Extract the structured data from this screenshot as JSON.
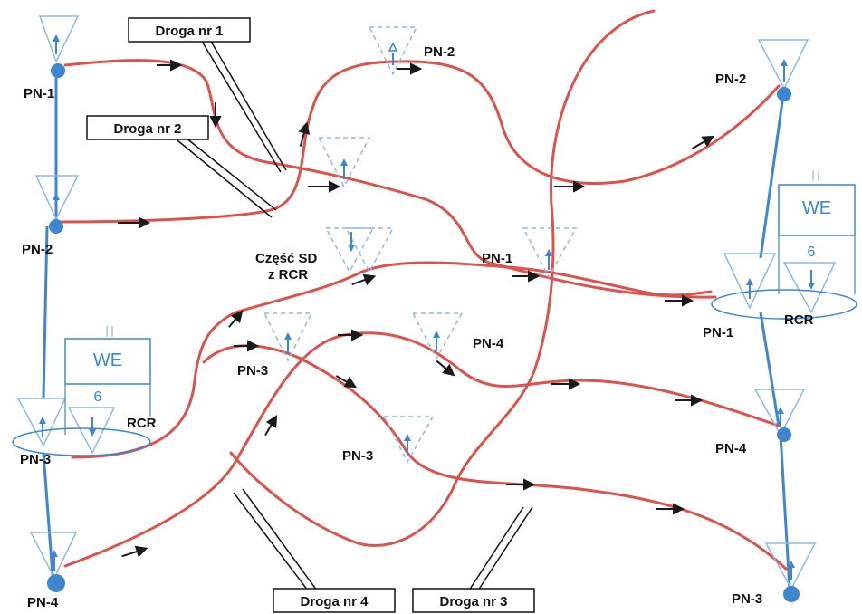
{
  "labels": {
    "droga1": "Droga nr 1",
    "droga2": "Droga nr 2",
    "droga3": "Droga nr 3",
    "droga4": "Droga nr 4",
    "pn1_left": "PN-1",
    "pn2_left": "PN-2",
    "pn3_left": "PN-3",
    "pn4_left": "PN-4",
    "pn2_top": "PN-2",
    "pn2_right": "PN-2",
    "pn1_right": "PN-1",
    "pn4_right": "PN-4",
    "pn3_right": "PN-3",
    "pn1_mid": "PN-1",
    "pn4_mid": "PN-4",
    "pn3_mid": "PN-3",
    "pn3_mid2": "PN-3",
    "sd_line1": "Część SD",
    "sd_line2": "z RCR",
    "rcr_left": "RCR",
    "rcr_right": "RCR",
    "we_left": "WE",
    "we_right": "WE",
    "six_left": "6",
    "six_right": "6"
  },
  "colors": {
    "route": "#d9534f",
    "post": "#3e86cf",
    "post_light": "#8fb9e0",
    "arrow": "#1a1a1a",
    "text": "#111111"
  }
}
